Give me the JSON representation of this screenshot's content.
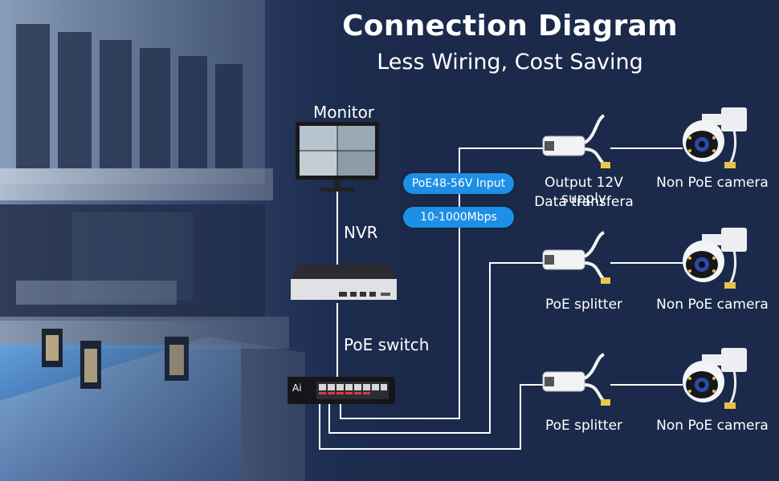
{
  "title": "Connection Diagram",
  "subtitle": "Less Wiring, Cost Saving",
  "nodes": {
    "monitor": "Monitor",
    "nvr": "NVR",
    "poe_switch": "PoE switch",
    "switch_brand": "Ai"
  },
  "badges": {
    "input": "PoE48-56V Input",
    "speed": "10-1000Mbps"
  },
  "rows": [
    {
      "splitter_line1": "Output 12V supply",
      "splitter_line2": "Data transfera",
      "camera": "Non PoE camera"
    },
    {
      "splitter_line1": "PoE splitter",
      "splitter_line2": "",
      "camera": "Non PoE camera"
    },
    {
      "splitter_line1": "PoE splitter",
      "splitter_line2": "",
      "camera": "Non PoE camera"
    }
  ],
  "colors": {
    "badge": "#1e8fe6",
    "wire": "#ffffff",
    "background": "#1b2a4a"
  }
}
